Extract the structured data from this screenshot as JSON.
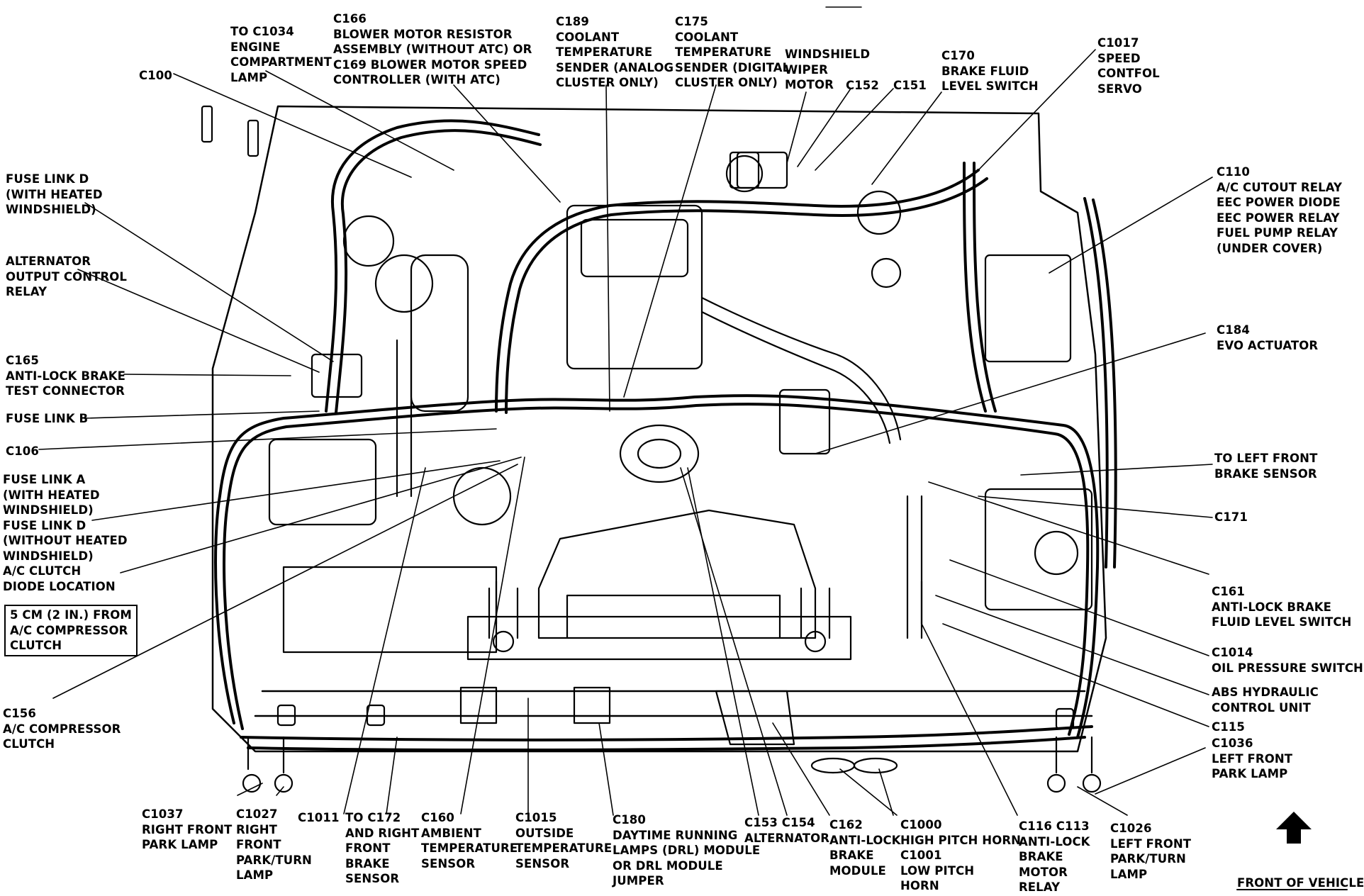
{
  "labels": {
    "c100": "C100",
    "c1034": "TO C1034\nENGINE\nCOMPARTMENT\nLAMP",
    "c166": "C166\nBLOWER MOTOR RESISTOR\nASSEMBLY (WITHOUT ATC) OR\nC169 BLOWER MOTOR SPEED\nCONTROLLER (WITH ATC)",
    "c189": "C189\nCOOLANT\nTEMPERATURE\nSENDER (ANALOG\nCLUSTER ONLY)",
    "c175": "C175\nCOOLANT\nTEMPERATURE\nSENDER (DIGITAL\nCLUSTER ONLY)",
    "wiper": "WINDSHIELD\nWIPER\nMOTOR",
    "c152": "C152",
    "c151": "C151",
    "c170": "C170\nBRAKE FLUID\nLEVEL SWITCH",
    "c1017": "C1017\nSPEED\nCONTFOL\nSERVO",
    "c110": "C110\nA/C CUTOUT RELAY\nEEC POWER DIODE\nEEC POWER RELAY\nFUEL PUMP RELAY\n(UNDER COVER)",
    "c184": "C184\nEVO ACTUATOR",
    "left_front_brake": "TO LEFT FRONT\nBRAKE SENSOR",
    "c171": "C171",
    "c161": "C161\nANTI-LOCK BRAKE\nFLUID LEVEL SWITCH",
    "c1014": "C1014\nOIL PRESSURE SWITCH",
    "abs_hcu": "ABS HYDRAULIC\nCONTROL UNIT",
    "c115": "C115",
    "c1036": "C1036\nLEFT FRONT\nPARK LAMP",
    "fuse_d_heated": "FUSE LINK D\n(WITH HEATED\nWINDSHIELD)",
    "alt_relay": "ALTERNATOR\nOUTPUT CONTROL\nRELAY",
    "c165": "C165\nANTI-LOCK BRAKE\nTEST CONNECTOR",
    "fuse_b": "FUSE LINK B",
    "c106": "C106",
    "fuse_a": "FUSE LINK A\n(WITH HEATED\nWINDSHIELD)\nFUSE LINK D\n(WITHOUT HEATED\nWINDSHIELD)\nA/C CLUTCH\nDIODE LOCATION",
    "boxed_note": "5 CM (2 IN.) FROM\nA/C COMPRESSOR\nCLUTCH",
    "c156": "C156\nA/C COMPRESSOR\nCLUTCH",
    "c1037": "C1037\nRIGHT FRONT\nPARK LAMP",
    "c1027": "C1027\nRIGHT\nFRONT\nPARK/TURN\nLAMP",
    "c1011": "C1011",
    "c172": "TO C172\nAND RIGHT\nFRONT\nBRAKE\nSENSOR",
    "c160": "C160\nAMBIENT\nTEMPERATURE\nSENSOR",
    "c1015": "C1015\nOUTSIDE\nTEMPERATURE\nSENSOR",
    "c180": "C180\nDAYTIME RUNNING\nLAMPS (DRL) MODULE\nOR DRL MODULE\nJUMPER",
    "c153": "C153 C154\nALTERNATOR",
    "c162": "C162\nANTI-LOCK\nBRAKE\nMODULE",
    "c1000": "C1000\nHIGH PITCH HORN\nC1001\nLOW PITCH\nHORN",
    "c116": "C116 C113\nANTI-LOCK\nBRAKE\nMOTOR\nRELAY",
    "c1026": "C1026\nLEFT FRONT\nPARK/TURN\nLAMP",
    "front_of_vehicle": "FRONT OF VEHICLE"
  }
}
